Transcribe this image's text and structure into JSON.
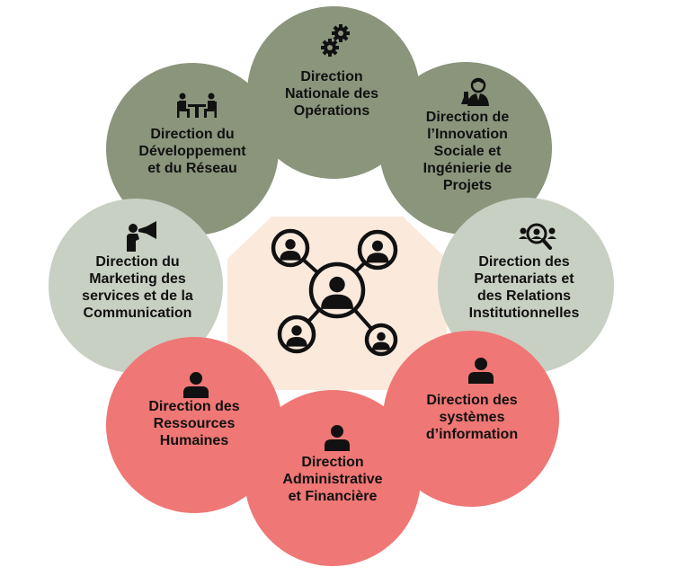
{
  "colors": {
    "green": "#8a957c",
    "gray": "#c8cfc3",
    "red": "#ef7775",
    "center": "#fbeadb",
    "icon": "#111111"
  },
  "center": {
    "icon": "network-people-icon"
  },
  "directions": [
    {
      "id": "operations",
      "label": "Direction\nNationale des\nOpérations",
      "color": "green",
      "icon": "gears-icon"
    },
    {
      "id": "innovation",
      "label": "Direction de\nl’Innovation\nSociale et\nIngénierie de\nProjets",
      "color": "green",
      "icon": "scientist-icon"
    },
    {
      "id": "partenariats",
      "label": "Direction des\nPartenariats et\ndes Relations\nInstitutionnelles",
      "color": "gray",
      "icon": "network-search-icon"
    },
    {
      "id": "systemes",
      "label": "Direction des\nsystèmes\nd’information",
      "color": "red",
      "icon": "user-icon"
    },
    {
      "id": "administrative",
      "label": "Direction\nAdministrative\net Financière",
      "color": "red",
      "icon": "user-icon"
    },
    {
      "id": "rh",
      "label": "Direction des\nRessources\nHumaines",
      "color": "red",
      "icon": "user-icon"
    },
    {
      "id": "marketing",
      "label": "Direction du\nMarketing des\nservices et de la\nCommunication",
      "color": "gray",
      "icon": "megaphone-person-icon"
    },
    {
      "id": "developpement",
      "label": "Direction du\nDéveloppement\net du Réseau",
      "color": "green",
      "icon": "meeting-icon"
    }
  ]
}
